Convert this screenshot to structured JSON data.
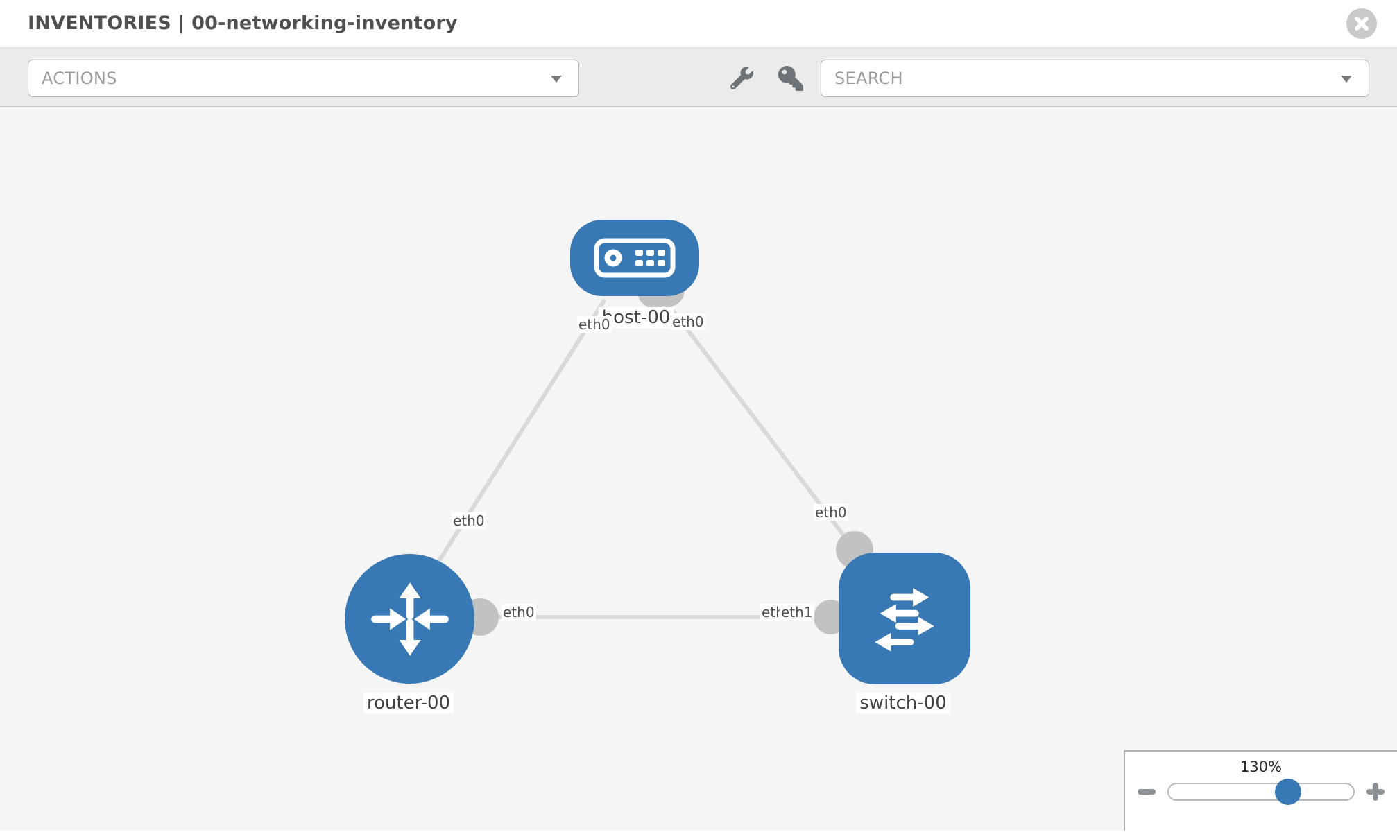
{
  "header": {
    "title": "INVENTORIES | 00-networking-inventory"
  },
  "toolbar": {
    "actions_label": "ACTIONS",
    "search_label": "SEARCH"
  },
  "topology": {
    "nodes": [
      {
        "id": "host-00",
        "type": "host",
        "label": "host-00"
      },
      {
        "id": "router-00",
        "type": "router",
        "label": "router-00"
      },
      {
        "id": "switch-00",
        "type": "switch",
        "label": "switch-00"
      }
    ],
    "links": [
      {
        "from": "host-00",
        "to": "router-00"
      },
      {
        "from": "host-00",
        "to": "switch-00"
      },
      {
        "from": "router-00",
        "to": "switch-00"
      }
    ],
    "interfaces": {
      "host_left": "eth0",
      "host_right": "eth0",
      "host_router_mid": "eth0",
      "host_switch_mid": "eth0",
      "router_port": "eth0",
      "switch_port_hidden": "eth0",
      "switch_port": "eth1"
    }
  },
  "zoom_panel": {
    "level": "130%"
  },
  "colors": {
    "node_blue": "#3879b5",
    "link_gray": "#d9d9d9",
    "port_gray": "#c2c2c2",
    "toolbar_gray": "#ebebeb",
    "canvas_gray": "#f5f5f5"
  }
}
